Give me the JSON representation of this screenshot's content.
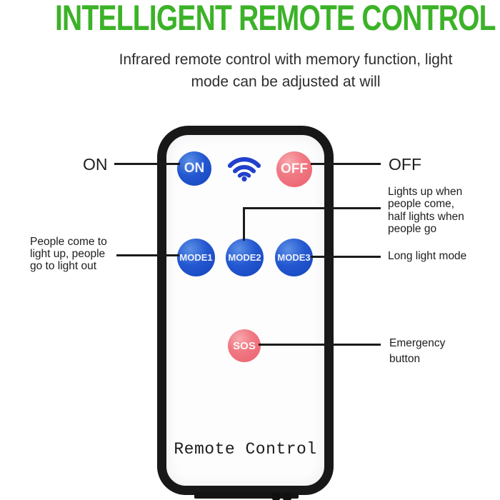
{
  "header": {
    "title": "INTELLIGENT REMOTE CONTROL",
    "subtitle_line1": "Infrared remote control with memory function, light",
    "subtitle_line2": "mode can be adjusted at will"
  },
  "remote": {
    "brand_label": "Remote Control",
    "buttons": {
      "on": "ON",
      "off": "OFF",
      "mode1": "MODE1",
      "mode2": "MODE2",
      "mode3": "MODE3",
      "sos": "SOS"
    }
  },
  "annotations": {
    "on": {
      "label": "ON"
    },
    "off": {
      "label": "OFF"
    },
    "motion_full": {
      "l1": "Lights up when",
      "l2": "people come,",
      "l3": "half lights when",
      "l4": "people go"
    },
    "motion_partial": {
      "l1": "People come to",
      "l2": "light up, people",
      "l3": "go to light out"
    },
    "long_light": {
      "label": "Long light mode"
    },
    "emergency": {
      "l1": "Emergency",
      "l2": "button"
    }
  },
  "colors": {
    "title_green": "#3cb228",
    "button_blue": "#2458d0",
    "button_red": "#ec5f6d",
    "wifi_blue": "#2140cc",
    "line_black": "#1b1b1b",
    "remote_border": "#181818",
    "remote_face": "#fdfdfe"
  }
}
